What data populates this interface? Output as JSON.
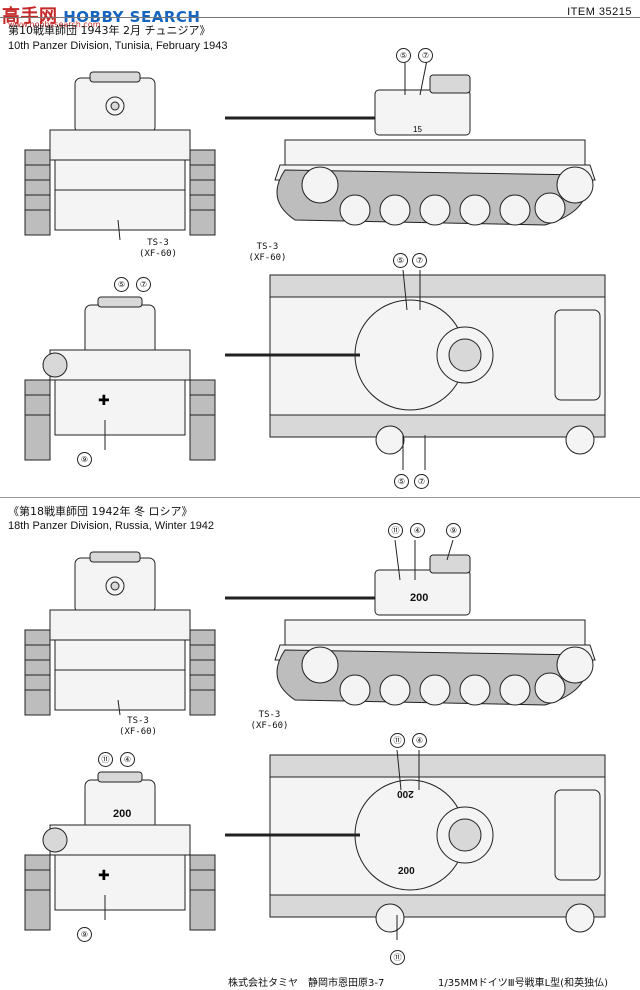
{
  "header": {
    "watermark_cn": "高手网",
    "watermark_en": "HOBBY SEARCH",
    "watermark_url": "www.hobbysearch.com",
    "item_number": "ITEM 35215"
  },
  "sections": [
    {
      "title_jp": "第10戦車師団 1943年 2月 チュニジア》",
      "title_en": "10th Panzer Division, Tunisia, February 1943",
      "callouts_side": [
        "⑤",
        "⑦"
      ],
      "callouts_front": [
        "⑤",
        "⑦"
      ],
      "callouts_rear": [
        "⑨"
      ],
      "callouts_top": [
        "⑤",
        "⑦"
      ],
      "callouts_top_bottom": [
        "⑤",
        "⑦"
      ],
      "turret_number": "15",
      "paint_label_front": "TS-3\n(XF-60)",
      "paint_label_top": "TS-3\n(XF-60)"
    },
    {
      "title_jp": "《第18戦車師団 1942年 冬 ロシア》",
      "title_en": "18th Panzer Division, Russia, Winter 1942",
      "callouts_side": [
        "⑪",
        "④",
        "⑨"
      ],
      "callouts_front": [
        "⑪",
        "④"
      ],
      "callouts_rear": [
        "⑨"
      ],
      "callouts_top": [
        "⑪",
        "④"
      ],
      "callouts_top_bottom": [
        "⑪"
      ],
      "turret_number": "200",
      "paint_label_front": "TS-3\n(XF-60)",
      "paint_label_top": "TS-3\n(XF-60)"
    }
  ],
  "footer": {
    "company": "株式会社タミヤ　静岡市恩田原3-7",
    "product": "1/35MMドイツⅢ号戦車L型(和英独仏)"
  }
}
